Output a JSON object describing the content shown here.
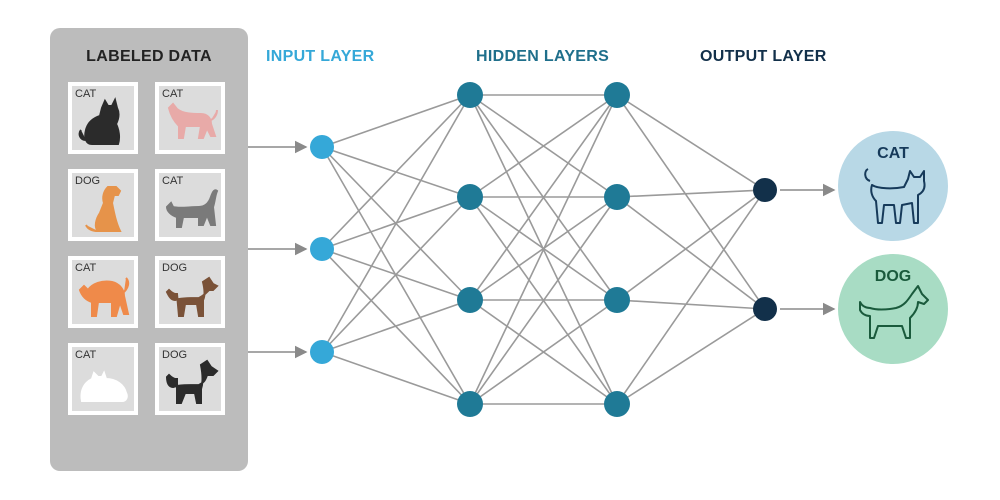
{
  "panel": {
    "title": "LABELED DATA",
    "items": [
      {
        "label": "CAT",
        "animal": "cat-sitting-icon",
        "color": "#2b2b2b"
      },
      {
        "label": "CAT",
        "animal": "cat-standing-icon",
        "color": "#e8aaa8"
      },
      {
        "label": "DOG",
        "animal": "dog-sitting-icon",
        "color": "#e6934a"
      },
      {
        "label": "CAT",
        "animal": "cat-walking-icon",
        "color": "#7a7a7a"
      },
      {
        "label": "CAT",
        "animal": "cat-arched-icon",
        "color": "#ef8a4a"
      },
      {
        "label": "DOG",
        "animal": "dog-standing-icon",
        "color": "#7a5238"
      },
      {
        "label": "CAT",
        "animal": "cat-lying-icon",
        "color": "#ffffff"
      },
      {
        "label": "DOG",
        "animal": "dog-black-icon",
        "color": "#2b2b2b"
      }
    ]
  },
  "layers": {
    "input": {
      "label": "INPUT LAYER",
      "color": "#35a8d8"
    },
    "hidden": {
      "label": "HIDDEN LAYERS",
      "color": "#1f6f8b"
    },
    "output": {
      "label": "OUTPUT LAYER",
      "color": "#12304a"
    }
  },
  "outputs": [
    {
      "label": "CAT",
      "fill": "#b8d8e6",
      "ink": "#163a5a",
      "icon": "cat-outline-icon"
    },
    {
      "label": "DOG",
      "fill": "#a8dcc4",
      "ink": "#1a5a3c",
      "icon": "dog-outline-icon"
    }
  ],
  "colors": {
    "edge": "#9a9a9a",
    "input_node": "#35a8d8",
    "hidden_node": "#1f7a96",
    "output_node": "#12304a"
  }
}
